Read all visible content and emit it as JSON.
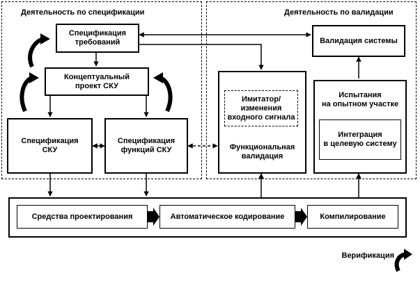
{
  "regions": {
    "spec_title": "Деятельность по спецификации",
    "valid_title": "Деятельность по валидации"
  },
  "boxes": {
    "req_spec": "Спецификация\nтребований",
    "concept": "Концептуальный\nпроект СКУ",
    "sku_spec": "Спецификация\nСКУ",
    "func_spec": "Спецификация\nфункций СКУ",
    "sys_valid": "Валидация системы",
    "simulator": "Имитатор/\nизменения\nвходного сигнала",
    "func_valid": "Функциональная\nвалидация",
    "field_test": "Испытания\nна опытном участке",
    "integration": "Интеграция\nв целевую систему",
    "design_tools": "Средства проектирования",
    "auto_code": "Автоматическое кодирование",
    "compile": "Компилирование"
  },
  "legend": {
    "verification": "Верификация"
  }
}
